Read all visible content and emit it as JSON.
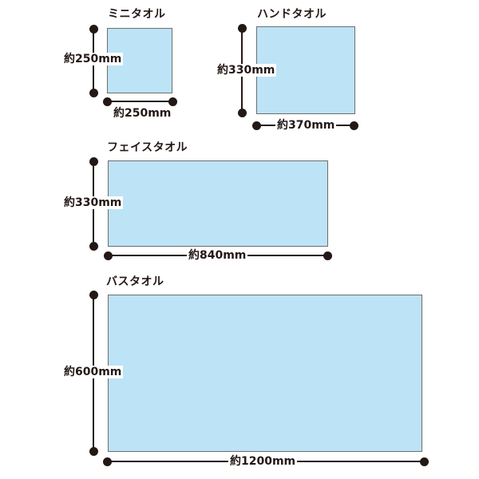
{
  "towels": [
    {
      "name": "ミニタオル",
      "height_label": "約250mm",
      "width_label": "約250mm"
    },
    {
      "name": "ハンドタオル",
      "height_label": "約330mm",
      "width_label": "約370mm"
    },
    {
      "name": "フェイスタオル",
      "height_label": "約330mm",
      "width_label": "約840mm"
    },
    {
      "name": "バスタオル",
      "height_label": "約600mm",
      "width_label": "約1200mm"
    }
  ],
  "colors": {
    "towel_fill": "#bde3f7",
    "towel_border": "#6d6d6d",
    "line": "#231815"
  }
}
